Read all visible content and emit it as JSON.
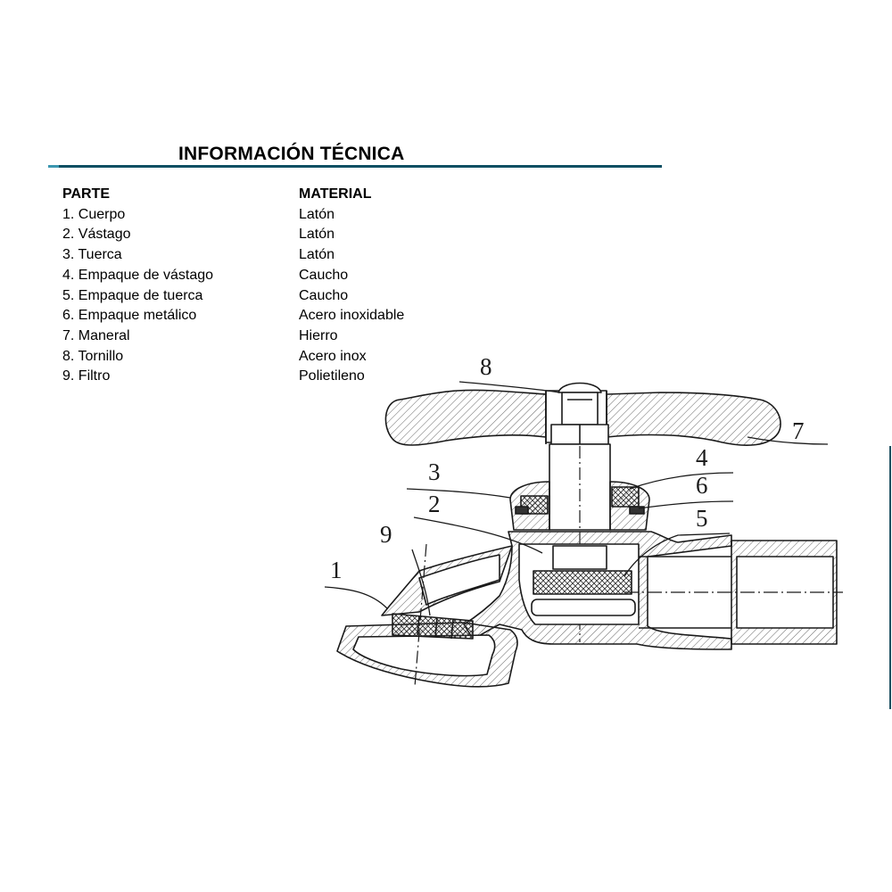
{
  "page": {
    "title": "INFORMACIÓN TÉCNICA",
    "rule_color": "#0b4f63",
    "rule_lead_color": "#3c97b0",
    "right_line_color": "#1d4f60"
  },
  "table": {
    "part_header": "PARTE",
    "material_header": "MATERIAL",
    "rows": [
      {
        "part": "1. Cuerpo",
        "material": "Latón"
      },
      {
        "part": "2. Vástago",
        "material": "Latón"
      },
      {
        "part": "3. Tuerca",
        "material": "Latón"
      },
      {
        "part": "4. Empaque de vástago",
        "material": "Caucho"
      },
      {
        "part": "5. Empaque de tuerca",
        "material": "Caucho"
      },
      {
        "part": "6. Empaque metálico",
        "material": "Acero inoxidable"
      },
      {
        "part": "7. Maneral",
        "material": "Hierro"
      },
      {
        "part": "8. Tornillo",
        "material": "Acero inox"
      },
      {
        "part": "9. Filtro",
        "material": "Polietileno"
      }
    ]
  },
  "diagram": {
    "callouts": [
      "8",
      "7",
      "4",
      "6",
      "3",
      "2",
      "5",
      "9",
      "1"
    ]
  }
}
